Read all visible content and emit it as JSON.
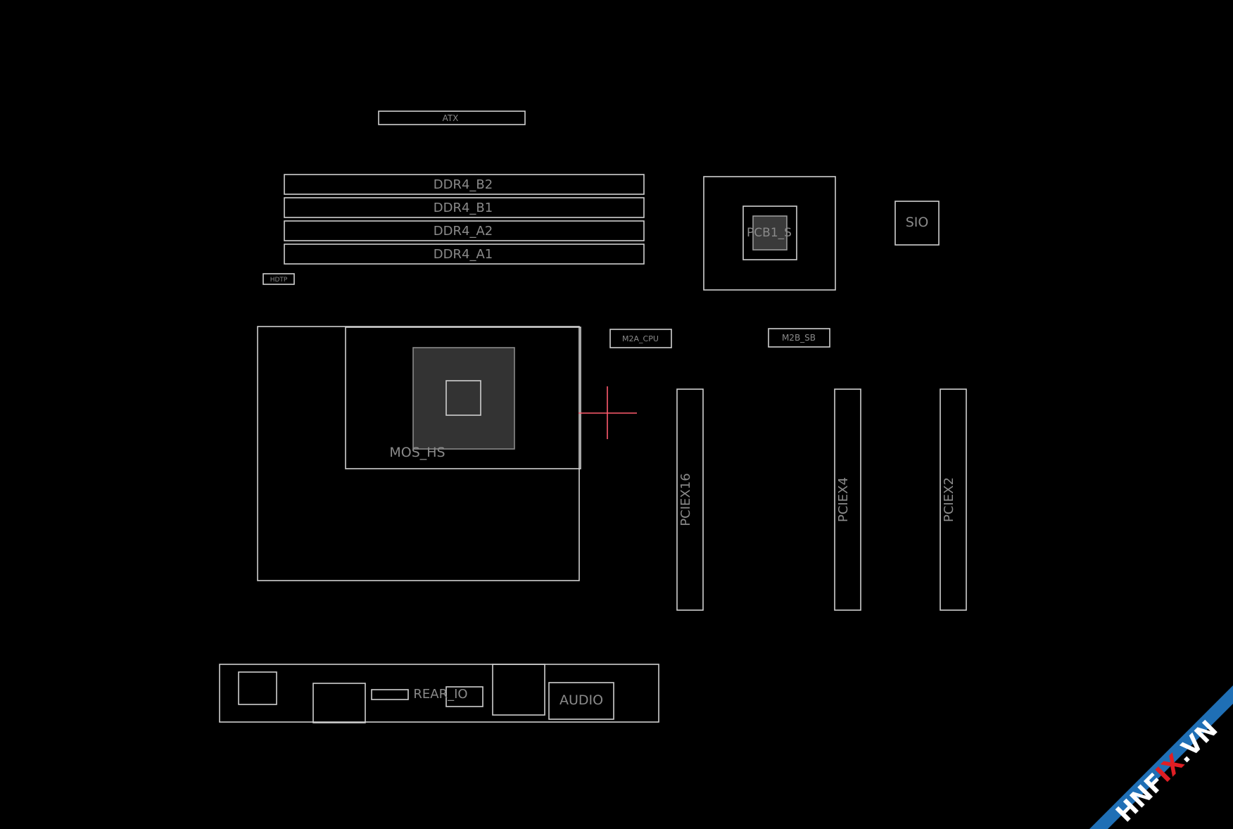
{
  "diagram": {
    "labels": {
      "atx": "ATX",
      "ddr4_b2": "DDR4_B2",
      "ddr4_b1": "DDR4_B1",
      "ddr4_a2": "DDR4_A2",
      "ddr4_a1": "DDR4_A1",
      "pch": "PCB1_S",
      "sio": "SIO",
      "hdtp": "HDTP",
      "m2a_cpu": "M2A_CPU",
      "m2b_sb": "M2B_SB",
      "mos_hs": "MOS_HS",
      "pciex16": "PCIEX16",
      "pciex4": "PCIEX4",
      "pciex2": "PCIEX2",
      "rear_io": "REAR_IO",
      "audio": "AUDIO"
    }
  },
  "watermark": {
    "text_prefix": "HNF",
    "text_accent": "IX",
    "text_suffix": ".VN",
    "band_color": "#1f6fb5",
    "text_color": "#ffffff",
    "accent_color": "#e01e24"
  },
  "colors": {
    "background": "#000000",
    "line": "#cfcfcf",
    "dim_line": "#9a9a9a",
    "label": "#8a8a8a",
    "cursor": "#ff5a6e",
    "dot": "#2a8fa0"
  }
}
